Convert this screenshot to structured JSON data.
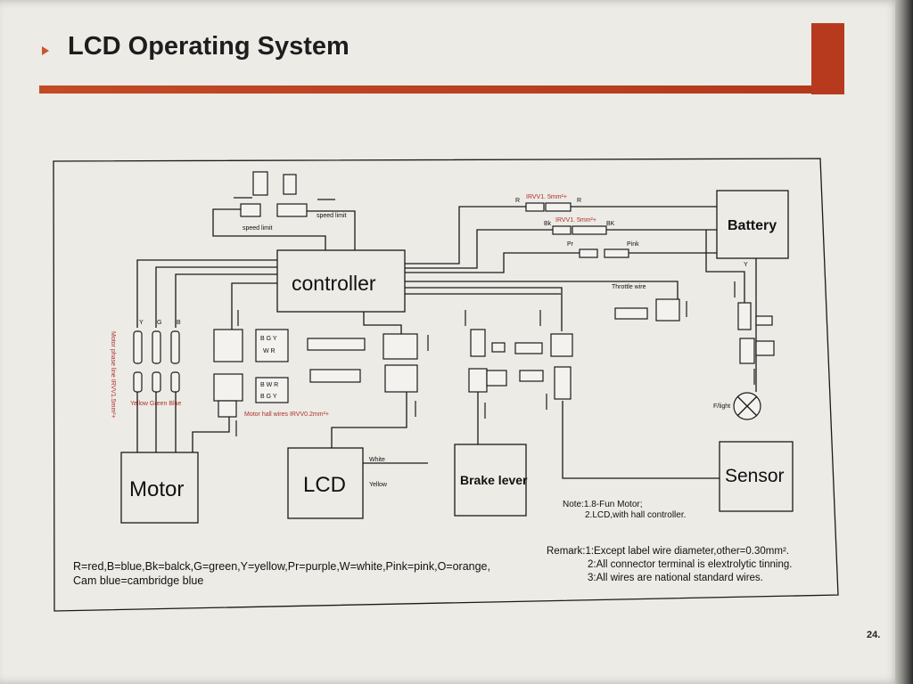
{
  "header": {
    "title": "LCD Operating System",
    "page_number": "24."
  },
  "components": {
    "controller": "controller",
    "battery": "Battery",
    "motor": "Motor",
    "lcd": "LCD",
    "brake_lever": "Brake  lever",
    "sensor": "Sensor"
  },
  "labels": {
    "speed_limit_left": "speed limit",
    "speed_limit_right": "speed limit",
    "wire_r": "R",
    "wire_r_spec": "IRVV1. 5mm²+",
    "wire_r_right": "R",
    "wire_bk": "Bk",
    "wire_bk_spec": "IRVV1. 5mm²+",
    "wire_bk_right": "BK",
    "wire_pr": "Pr",
    "wire_pink": "Pink",
    "throttle_wire": "Throttle wire",
    "phase_y": "Y",
    "phase_g": "G",
    "phase_b": "B",
    "motor_phase_line": "Motor phase line IRVV1.5mm²+",
    "phase_colors": "Yellow Green  Blue",
    "hall_wires": "Motor hall wires IRVV0.2mm²+",
    "hall_top_row1": "B G Y",
    "hall_top_row2": "W R",
    "hall_bottom_row1": "B W R",
    "hall_bottom_row2": "B G Y",
    "lcd_white": "White",
    "lcd_yellow": "Yellow",
    "battery_y": "Y",
    "flight": "F/light"
  },
  "note": {
    "line1": "Note:1.8-Fun  Motor;",
    "line2": "2.LCD,with hall controller."
  },
  "legend": {
    "line1": "R=red,B=blue,Bk=balck,G=green,Y=yellow,Pr=purple,W=white,Pink=pink,O=orange,",
    "line2": "Cam blue=cambridge blue"
  },
  "remark": {
    "line1": "Remark:1:Except label wire diameter,other=0.30mm².",
    "line2": "2:All connector terminal is elextrolytic tinning.",
    "line3": "3:All wires are national standard wires."
  },
  "colors": {
    "accent": "#b73a1e",
    "paper": "#ecebe6",
    "ink": "#111111"
  }
}
